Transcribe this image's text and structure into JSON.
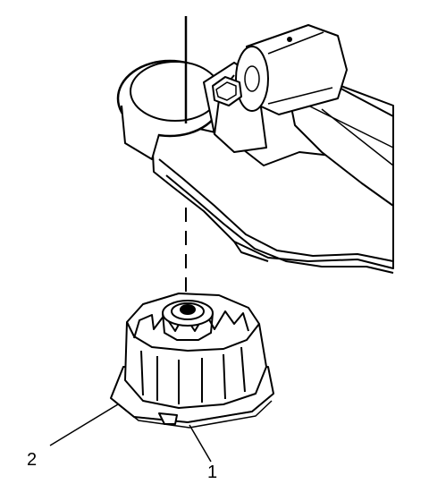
{
  "diagram": {
    "callouts": [
      {
        "id": "1",
        "label": "1"
      },
      {
        "id": "2",
        "label": "2"
      }
    ],
    "colors": {
      "ink": "#000000",
      "background": "#ffffff",
      "shade": "#e6e6e6"
    }
  }
}
